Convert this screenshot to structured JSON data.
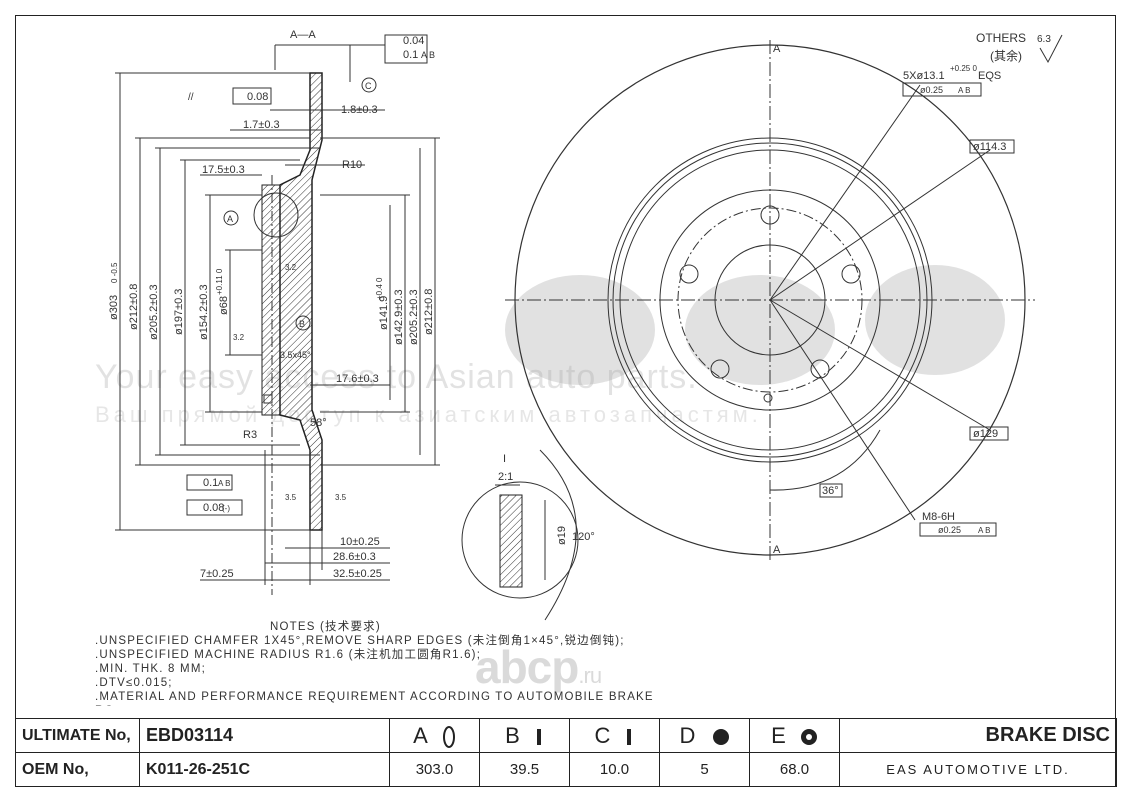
{
  "drawing": {
    "section_label": "A—A",
    "callout_i": "I",
    "scale": "2:1",
    "others_finish": "OTHERS",
    "others_finish_value": "6.3",
    "others_cn": "(其余)",
    "dims_section": {
      "flat_tol": "0.04",
      "runout_tol": "0.1",
      "runout_datum": "A B",
      "parallel_tol": "0.08",
      "parallel_datum": "C",
      "datum_c": "C",
      "t1": "1.8±0.3",
      "t2": "1.7±0.3",
      "r10": "R10",
      "d175": "17.5±0.3",
      "datum_a": "A",
      "datum_b": "B",
      "d176": "17.6±0.3",
      "r3": "R3",
      "ang58": "58°",
      "ch": "3.5x45°",
      "rough32a": "3.2",
      "rough32b": "3.2",
      "rough35a": "3.5",
      "rough35b": "3.5",
      "dia303": "ø303",
      "dia303_tol": "0 -0.5",
      "dia212a": "ø212±0.8",
      "dia2052a": "ø205.2±0.3",
      "dia197": "ø197±0.3",
      "dia1542": "ø154.2±0.3",
      "dia68": "ø68",
      "dia68_tol": "+0.11 0",
      "dia1419": "ø141.9",
      "dia1419_tol": "+0.4 0",
      "dia1429": "ø142.9±0.3",
      "dia2052b": "ø205.2±0.3",
      "dia212b": "ø212±0.8",
      "fr_runout": "0.1",
      "fr_runout_datum": "A B",
      "fr_flat": "0.08",
      "fr_flat_note": "(-)",
      "d10": "10±0.25",
      "d286": "28.6±0.3",
      "d7": "7±0.25",
      "d325": "32.5±0.25"
    },
    "dims_front": {
      "holes": "5Xø13.1",
      "holes_tol": "+0.25 0",
      "holes_eqs": "EQS",
      "pos_tol": "ø0.25",
      "pos_datum": "A B",
      "pcd": "ø114.3",
      "d129": "ø129",
      "ang36": "36°",
      "m8": "M8-6H",
      "m8_tol": "ø0.25",
      "m8_datum": "A B",
      "sec_a_top": "A",
      "sec_a_bot": "A"
    },
    "dims_detail": {
      "d19": "ø19",
      "ang120": "120°"
    }
  },
  "watermark": {
    "line1": "Your easy access to Asian auto parts.",
    "line2": "Ваш прямой доступ к азиатским автозапчастям.",
    "abcp": "abcp",
    "abcp_tld": ".ru"
  },
  "notes": {
    "title": "NOTES (技术要求)",
    "items": [
      ".UNSPECIFIED  CHAMFER  1X45°,REMOVE  SHARP  EDGES (未注倒角1×45°,锐边倒钝);",
      ".UNSPECIFIED  MACHINE  RADIUS  R1.6 (未注机加工圆角R1.6);",
      ".MIN.  THK.  8  MM;",
      ".DTV≤0.015;",
      ".MATERIAL  AND  PERFORMANCE  REQUIREMENT  ACCORDING  TO  AUTOMOBILE  BRAKE  RO"
    ]
  },
  "title_block": {
    "ultimate_label": "ULTIMATE No,",
    "ultimate_value": "EBD03114",
    "oem_label": "OEM No,",
    "oem_value": "K011-26-251C",
    "cols": [
      {
        "letter": "A",
        "value": "303.0",
        "icon": "disc-diameter-icon"
      },
      {
        "letter": "B",
        "value": "39.5",
        "icon": "disc-height-icon"
      },
      {
        "letter": "C",
        "value": "10.0",
        "icon": "disc-thickness-icon"
      },
      {
        "letter": "D",
        "value": "5",
        "icon": "bolt-holes-icon"
      },
      {
        "letter": "E",
        "value": "68.0",
        "icon": "center-bore-icon"
      }
    ],
    "product": "BRAKE DISC",
    "company": "EAS AUTOMOTIVE LTD."
  }
}
